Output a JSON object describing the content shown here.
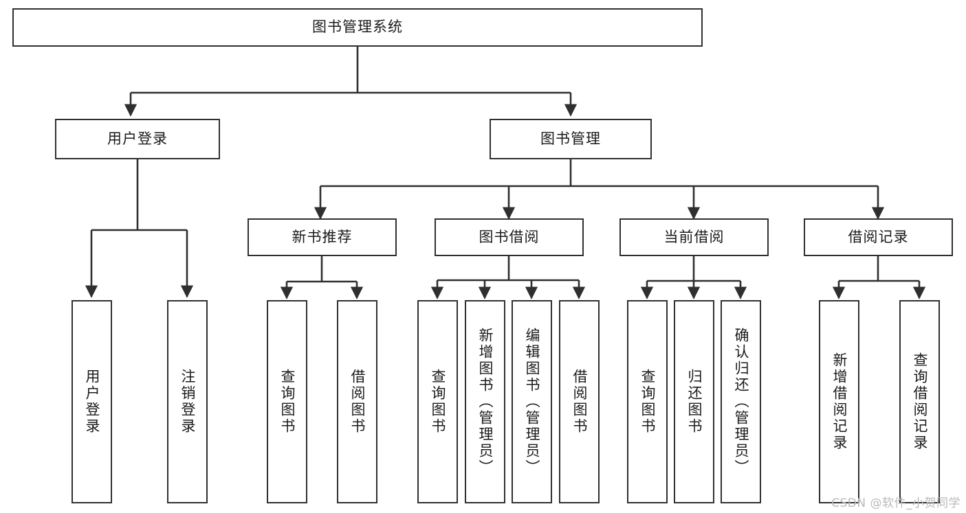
{
  "diagram": {
    "title": "图书管理系统",
    "type": "tree",
    "background_color": "#ffffff",
    "node_border_color": "#2f2f2f",
    "node_fill_color": "#ffffff",
    "connector_color": "#2f2f2f"
  },
  "nodes": {
    "root": {
      "label": "图书管理系统"
    },
    "level1": [
      {
        "id": "user-login",
        "label": "用户登录"
      },
      {
        "id": "book-manage",
        "label": "图书管理"
      }
    ],
    "level2": [
      {
        "id": "new-book-recommend",
        "label": "新书推荐"
      },
      {
        "id": "book-borrow",
        "label": "图书借阅"
      },
      {
        "id": "current-borrow",
        "label": "当前借阅"
      },
      {
        "id": "borrow-record",
        "label": "借阅记录"
      }
    ],
    "leaves": {
      "user_login": [
        {
          "id": "leaf-user-login",
          "label": "用户登录"
        },
        {
          "id": "leaf-logout",
          "label": "注销登录"
        }
      ],
      "new_book_recommend": [
        {
          "id": "leaf-query-book-1",
          "label": "查询图书"
        },
        {
          "id": "leaf-borrow-book-1",
          "label": "借阅图书"
        }
      ],
      "book_borrow": [
        {
          "id": "leaf-query-book-2",
          "label": "查询图书"
        },
        {
          "id": "leaf-add-book",
          "label": "新增图书（管理员）"
        },
        {
          "id": "leaf-edit-book",
          "label": "编辑图书（管理员）"
        },
        {
          "id": "leaf-borrow-book-2",
          "label": "借阅图书"
        }
      ],
      "current_borrow": [
        {
          "id": "leaf-query-book-3",
          "label": "查询图书"
        },
        {
          "id": "leaf-return-book",
          "label": "归还图书"
        },
        {
          "id": "leaf-confirm-return",
          "label": "确认归还（管理员）"
        }
      ],
      "borrow_record": [
        {
          "id": "leaf-add-record",
          "label": "新增借阅记录"
        },
        {
          "id": "leaf-query-record",
          "label": "查询借阅记录"
        }
      ]
    }
  },
  "watermark": {
    "text": "CSDN @软件_小贺同学"
  }
}
